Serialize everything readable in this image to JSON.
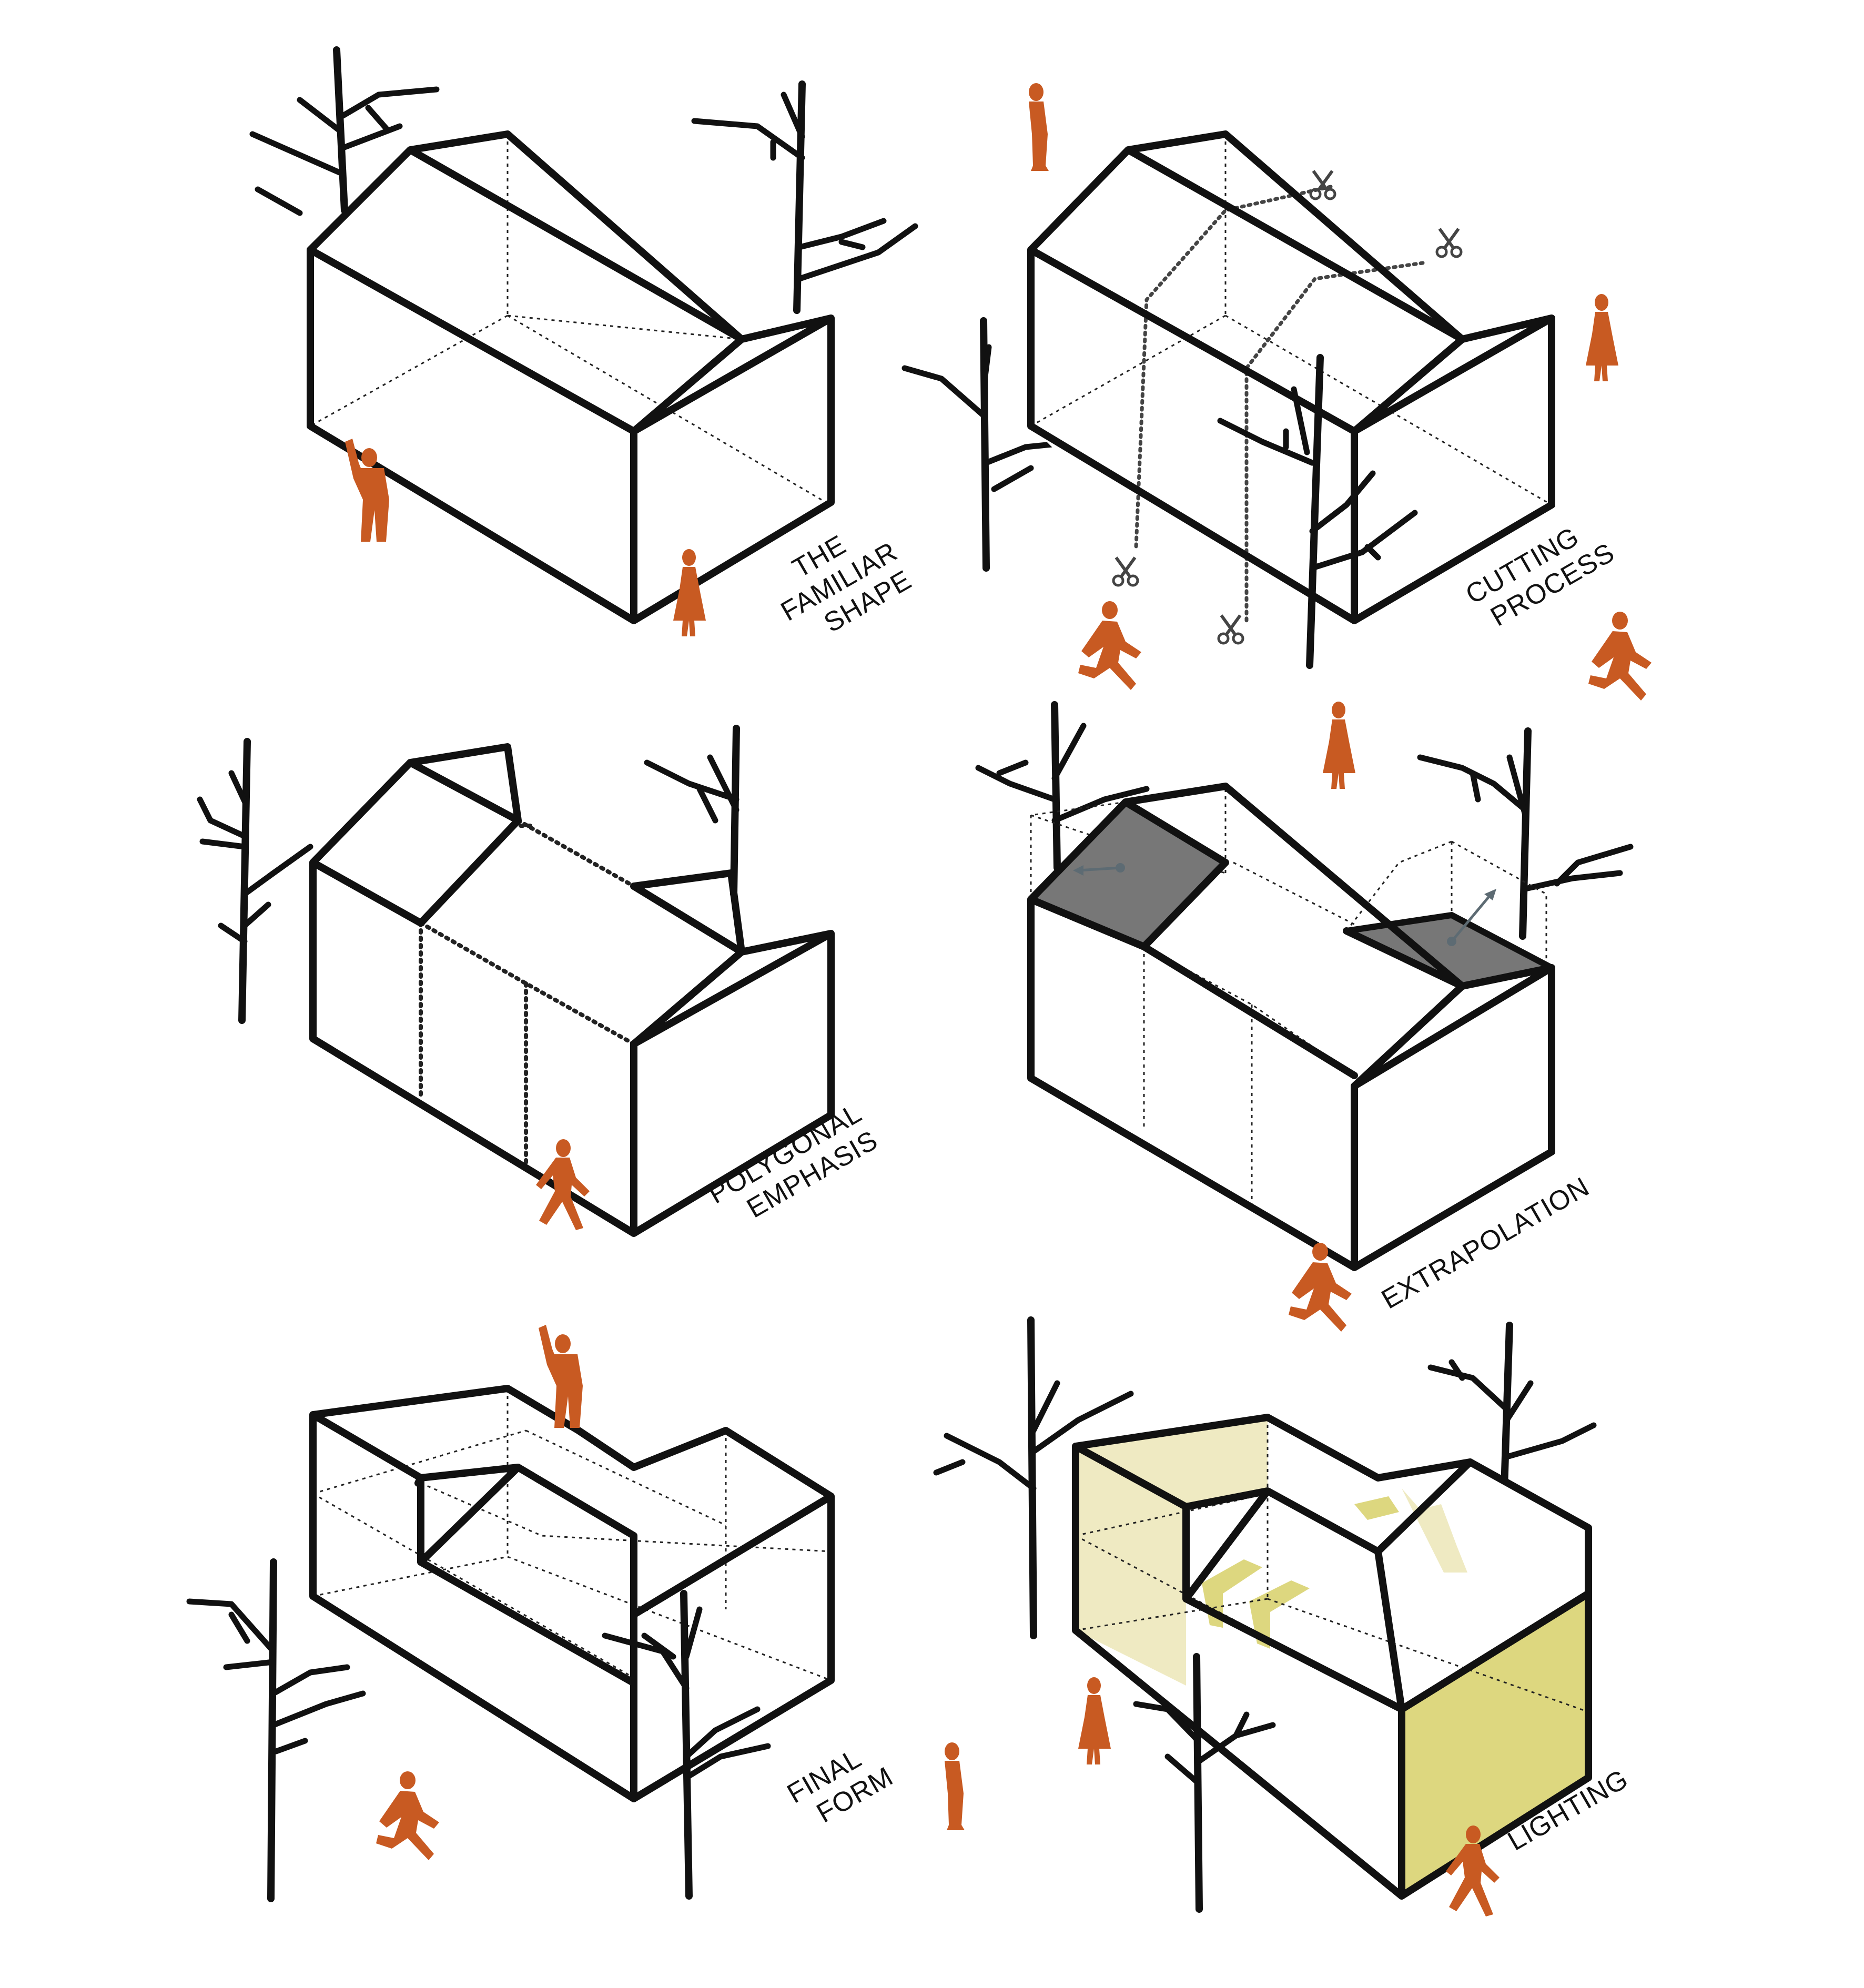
{
  "colors": {
    "figure": "#c85a22",
    "line": "#111111",
    "shaded_roof": "#777777",
    "light_pale": "#efeac2",
    "light_strong": "#ddd77f"
  },
  "panels": [
    {
      "id": "familiar-shape",
      "label_lines": [
        "THE",
        "FAMILIAR",
        "SHAPE"
      ]
    },
    {
      "id": "cutting-process",
      "label_lines": [
        "CUTTING",
        "PROCESS"
      ]
    },
    {
      "id": "polygonal-emphasis",
      "label_lines": [
        "POLYGONAL",
        "EMPHASIS"
      ]
    },
    {
      "id": "extrapolation",
      "label_lines": [
        "EXTRAPOLATION"
      ]
    },
    {
      "id": "final-form",
      "label_lines": [
        "FINAL",
        "FORM"
      ]
    },
    {
      "id": "lighting",
      "label_lines": [
        "LIGHTING"
      ]
    }
  ]
}
